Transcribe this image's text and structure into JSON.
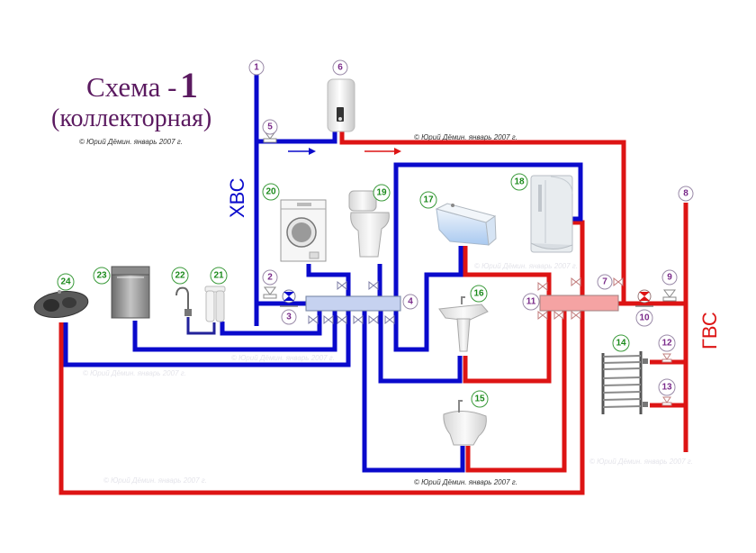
{
  "title": {
    "prefix": "Схема -",
    "number": "1",
    "subtitle": "(коллекторная)"
  },
  "watermark": "© Юрий Дёмин. январь 2007 г.",
  "risers": {
    "cold_label": "ХВС",
    "hot_label": "ГВС"
  },
  "colors": {
    "cold_pipe": "#0a0acc",
    "hot_pipe": "#dd1414",
    "cold_manifold": "#c6d2f0",
    "hot_manifold": "#f5a3a3",
    "fixture_marker": "#7a2a8a",
    "appliance_marker": "#1a8a1a"
  },
  "markers": [
    "1",
    "2",
    "3",
    "4",
    "5",
    "6",
    "7",
    "8",
    "9",
    "10",
    "11",
    "12",
    "13",
    "14",
    "15",
    "16",
    "17",
    "18",
    "19",
    "20",
    "21",
    "22",
    "23",
    "24"
  ]
}
